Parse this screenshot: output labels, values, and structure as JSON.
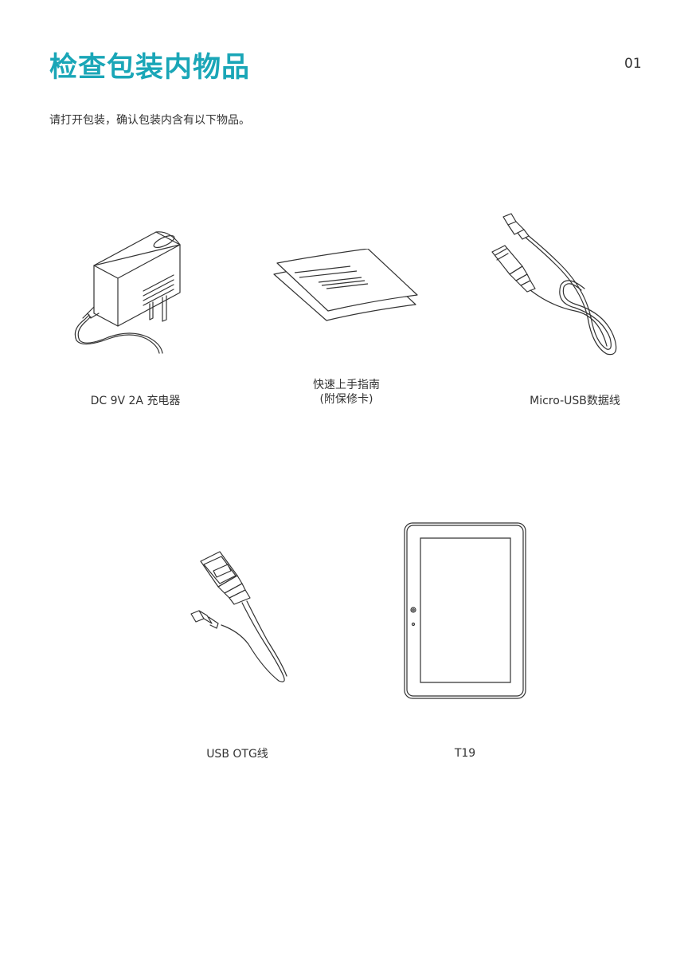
{
  "page": {
    "title": "检查包装内物品",
    "page_number": "01",
    "intro": "请打开包装，确认包装内含有以下物品。"
  },
  "items": [
    {
      "label": "DC 9V 2A 充电器",
      "icon": "charger-icon"
    },
    {
      "label": "快速上手指南",
      "sublabel": "(附保修卡)",
      "icon": "booklet-icon"
    },
    {
      "label": "Micro-USB数据线",
      "icon": "usb-cable-icon"
    },
    {
      "label": "USB OTG线",
      "icon": "otg-cable-icon"
    },
    {
      "label": "T19",
      "icon": "tablet-icon"
    }
  ],
  "colors": {
    "accent": "#1aa6b7",
    "text": "#333333",
    "line": "#333333"
  }
}
